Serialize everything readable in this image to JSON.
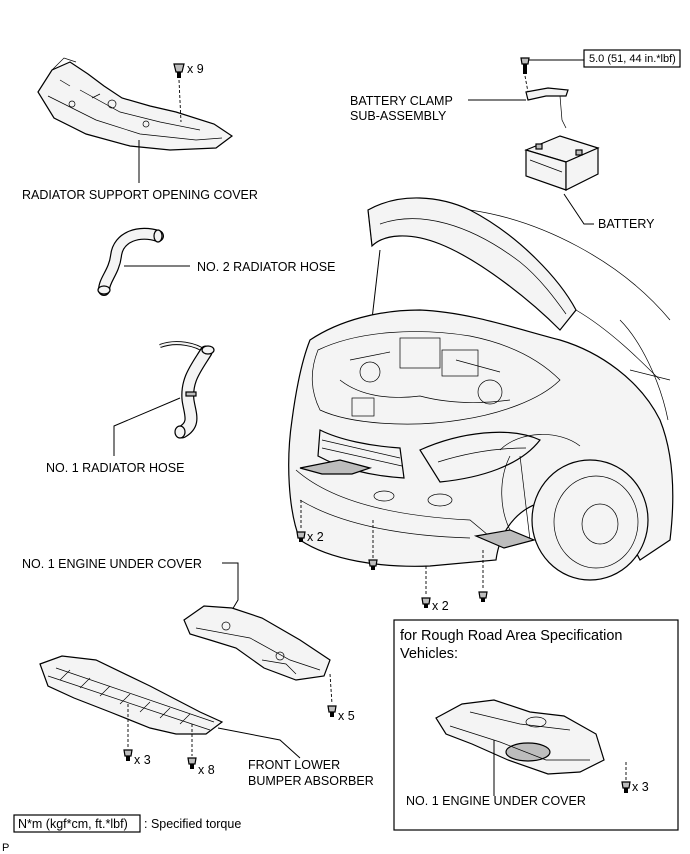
{
  "labels": {
    "radiator_support_cover": "RADIATOR SUPPORT OPENING COVER",
    "no2_radiator_hose": "NO. 2 RADIATOR HOSE",
    "no1_radiator_hose": "NO. 1 RADIATOR HOSE",
    "battery_clamp_line1": "BATTERY CLAMP",
    "battery_clamp_line2": "SUB-ASSEMBLY",
    "battery": "BATTERY",
    "no1_engine_under_cover": "NO. 1 ENGINE UNDER COVER",
    "front_lower_bumper_line1": "FRONT LOWER",
    "front_lower_bumper_line2": "BUMPER ABSORBER",
    "inset_title_line1": "for Rough Road Area Specification",
    "inset_title_line2": "Vehicles:",
    "inset_part": "NO. 1 ENGINE UNDER COVER",
    "legend_unit": "N*m (kgf*cm, ft.*lbf)",
    "legend_text": ": Specified torque",
    "corner_mark": "P"
  },
  "torque": {
    "battery_clamp": "5.0 (51, 44 in.*lbf)"
  },
  "quantities": {
    "cover_clips": "x 9",
    "left_clips": "x 2",
    "bottom_clips": "x 2",
    "engine_cover_bolts": "x 5",
    "absorber_clips": "x 3",
    "absorber_bolts": "x 8",
    "inset_bolts": "x 3"
  }
}
